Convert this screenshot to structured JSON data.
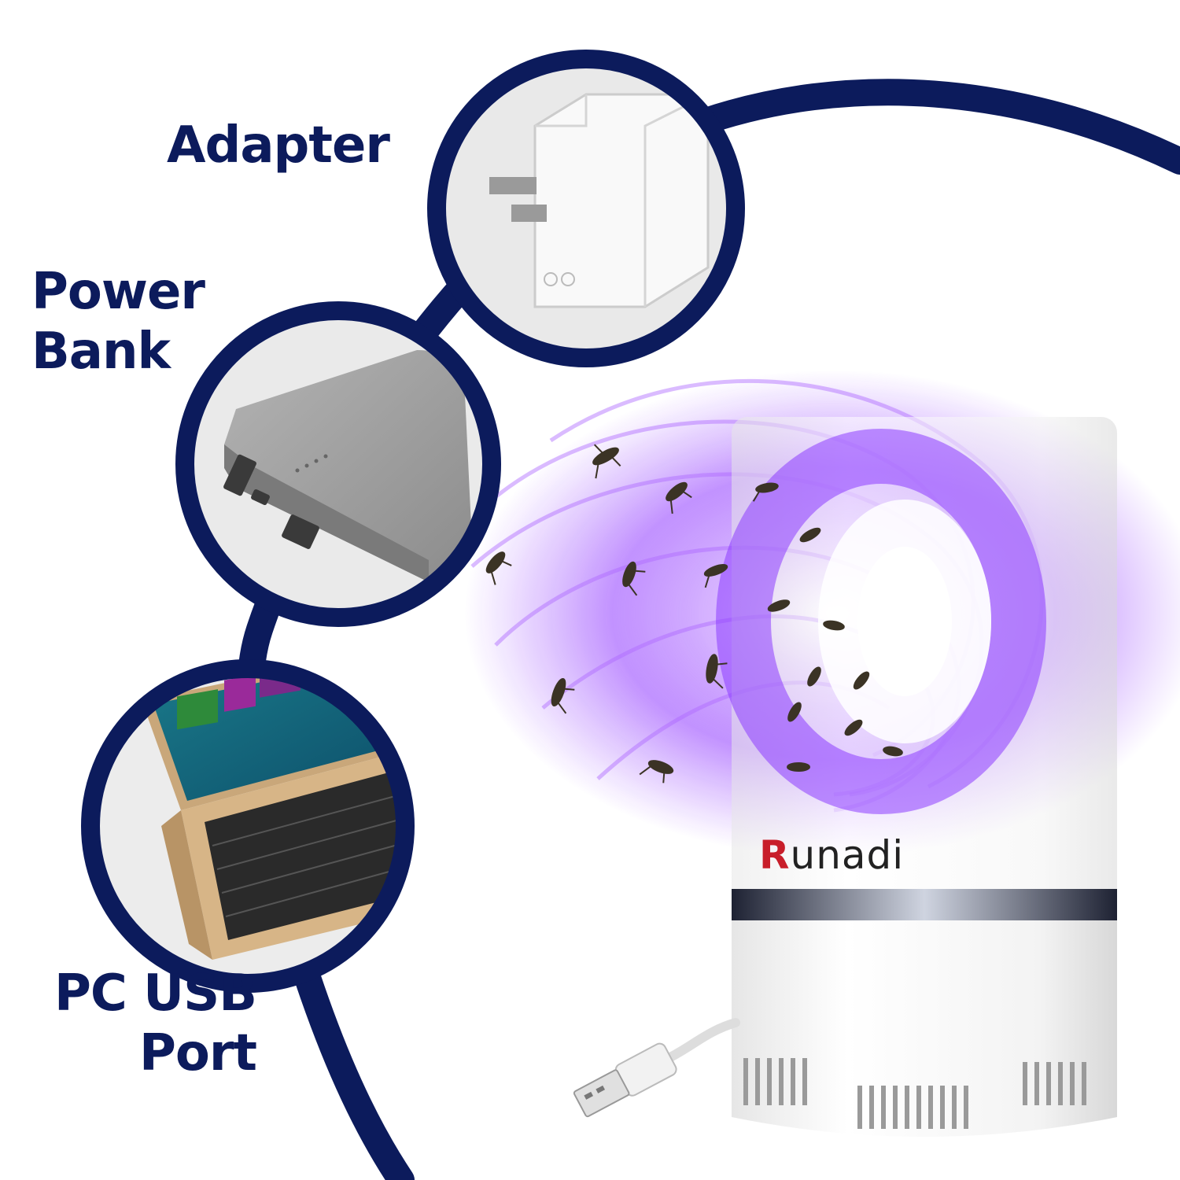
{
  "labels": {
    "adapter": "Adapter",
    "power_bank_line1": "Power",
    "power_bank_line2": "Bank",
    "pc_usb_line1": "PC USB",
    "pc_usb_line2": "Port"
  },
  "brand": {
    "first_letter": "R",
    "rest": "unadi"
  },
  "colors": {
    "navy": "#0c1b5c",
    "uv_purple": "#9b4dff",
    "brand_red": "#c81e2a"
  },
  "icons": [
    "adapter-icon",
    "power-bank-icon",
    "laptop-icon",
    "mosquito-icon",
    "usb-plug-icon"
  ]
}
